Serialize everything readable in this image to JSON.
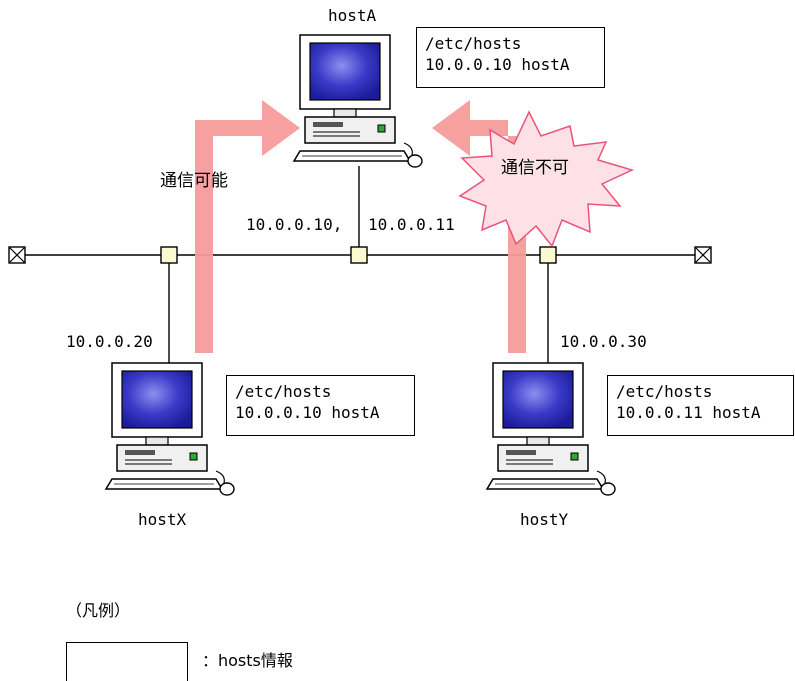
{
  "hosts": {
    "a": {
      "name": "hostA",
      "file_path": "/etc/hosts",
      "file_entry": "10.0.0.10 hostA"
    },
    "x": {
      "name": "hostX",
      "file_path": "/etc/hosts",
      "file_entry": "10.0.0.10 hostA",
      "ip": "10.0.0.20"
    },
    "y": {
      "name": "hostY",
      "file_path": "/etc/hosts",
      "file_entry": "10.0.0.11 hostA",
      "ip": "10.0.0.30"
    }
  },
  "hostA_ips": {
    "ip1": "10.0.0.10,",
    "ip2": "10.0.0.11"
  },
  "arrows": {
    "ok_label": "通信可能",
    "ng_label": "通信不可"
  },
  "legend": {
    "title": "（凡例）",
    "box_desc": "：hosts情報"
  },
  "colors": {
    "arrow": "#f59b9b",
    "burst_fill": "#fde1e6",
    "burst_stroke": "#e8547c",
    "screen": "#2c2cb4",
    "node": "#fafad2"
  }
}
